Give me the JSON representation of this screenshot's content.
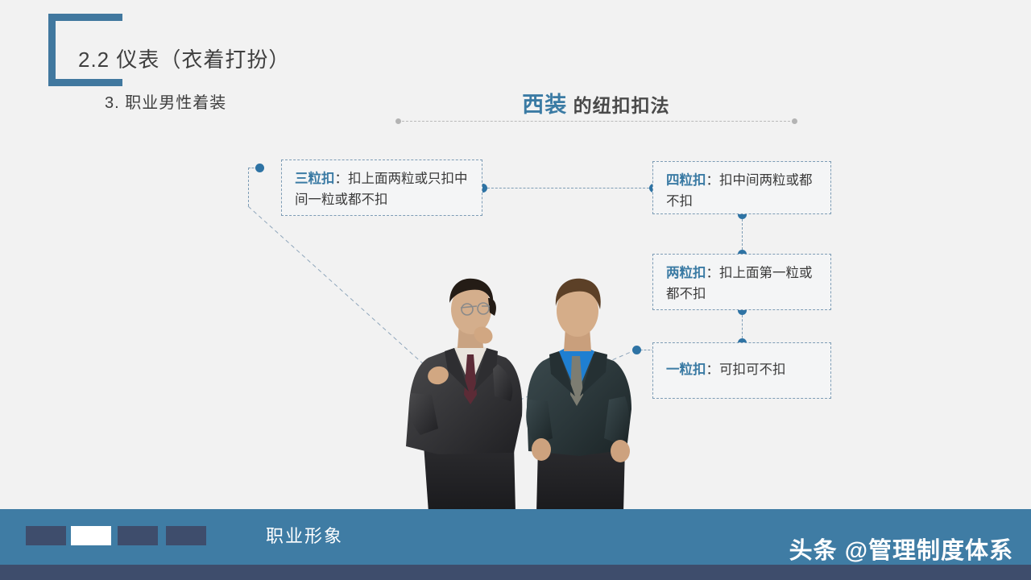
{
  "slide": {
    "background_color": "#f2f2f2",
    "accent_color": "#3b7ba4",
    "footer_color": "#3f7ca4",
    "footer_strip_color": "#3e4d6c"
  },
  "heading": {
    "number_and_title": "2.2  仪表（衣着打扮）",
    "subtitle": "3. 职业男性着装"
  },
  "section_title": {
    "accent": "西装",
    "rest": " 的纽扣扣法"
  },
  "boxes": [
    {
      "id": "three-button",
      "tag": "三粒扣",
      "colon": "：",
      "text": "扣上面两粒或只扣中间一粒或都不扣"
    },
    {
      "id": "four-button",
      "tag": "四粒扣",
      "colon": "：",
      "text": "扣中间两粒或都不扣"
    },
    {
      "id": "two-button",
      "tag": "两粒扣",
      "colon": "：",
      "text": "扣上面第一粒或都不扣"
    },
    {
      "id": "one-button",
      "tag": "一粒扣",
      "colon": "：",
      "text": "可扣可不扣"
    }
  ],
  "photo": {
    "alt": "两位穿深色西装的职业男性"
  },
  "footer": {
    "label": "职业形象",
    "watermark": "头条 @管理制度体系",
    "squares": [
      {
        "active": false
      },
      {
        "active": true
      },
      {
        "active": false
      },
      {
        "active": false
      }
    ]
  }
}
